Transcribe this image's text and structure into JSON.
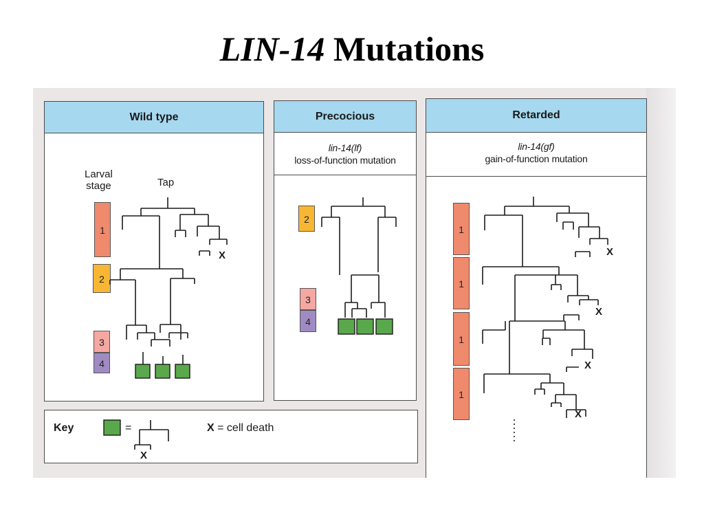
{
  "title": {
    "gene": "LIN-14",
    "rest": "Mutations"
  },
  "panels": {
    "wild_type": {
      "header": "Wild type",
      "larval_stage_label": "Larval\nstage",
      "lineage_label": "Tap",
      "stages": [
        "1",
        "2",
        "3",
        "4"
      ]
    },
    "precocious": {
      "header": "Precocious",
      "mutation_name": "lin-14(lf)",
      "mutation_desc": "loss-of-function mutation",
      "stages": [
        "2",
        "3",
        "4"
      ]
    },
    "retarded": {
      "header": "Retarded",
      "mutation_name": "lin-14(gf)",
      "mutation_desc": "gain-of-function mutation",
      "stages": [
        "1",
        "1",
        "1",
        "1"
      ]
    }
  },
  "key": {
    "label": "Key",
    "equals": "=",
    "death_symbol": "X",
    "death_text": "= cell death"
  },
  "cell_death_marker": "X",
  "colors": {
    "header_bg": "#a6d8ef",
    "stage_1": "#f08a6d",
    "stage_2": "#f7b735",
    "stage_3": "#f5a7a2",
    "stage_4": "#9f8bc2",
    "terminal_cell": "#5aa84c"
  }
}
